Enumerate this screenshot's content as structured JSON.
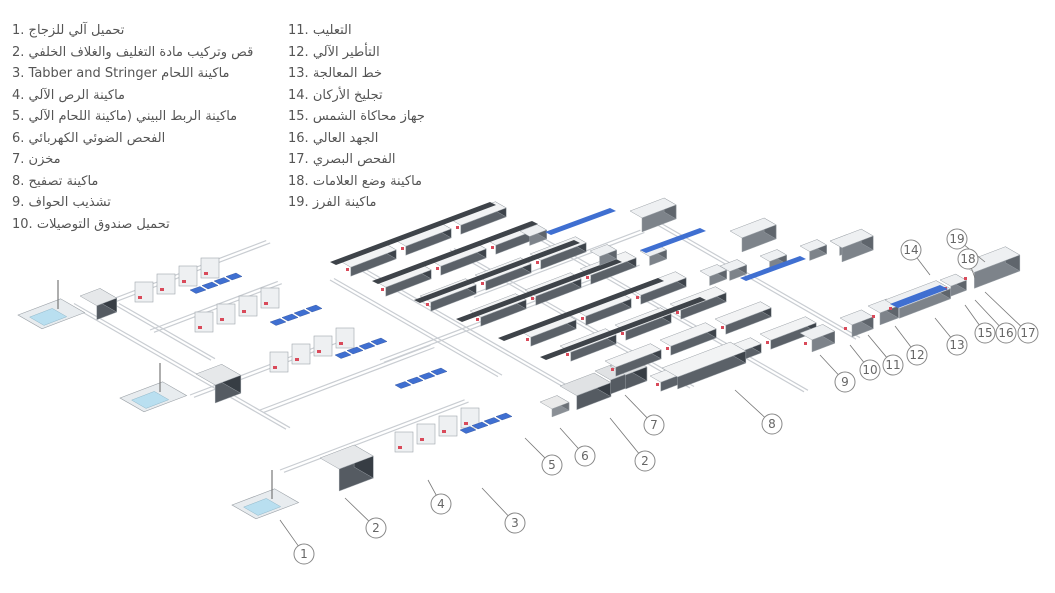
{
  "legend": {
    "left": [
      {
        "num": "1.",
        "label": "تحميل آلي للزجاج"
      },
      {
        "num": "2.",
        "label": "قص وتركيب مادة التغليف والغلاف الخلفي"
      },
      {
        "num": "3.",
        "label": "ماكينة اللحام Tabber and Stringer"
      },
      {
        "num": "4.",
        "label": "ماكينة الرص الآلي"
      },
      {
        "num": "5.",
        "label": "ماكينة الربط البيني (ماكينة اللحام الآلي"
      },
      {
        "num": "6.",
        "label": "الفحص الضوئي الكهربائي"
      },
      {
        "num": "7.",
        "label": "مخزن"
      },
      {
        "num": "8.",
        "label": "ماكينة تصفيح"
      },
      {
        "num": "9.",
        "label": "تشذيب الحواف"
      },
      {
        "num": "10.",
        "label": "تحميل صندوق التوصيلات"
      }
    ],
    "right": [
      {
        "num": "11.",
        "label": "التعليب"
      },
      {
        "num": "12.",
        "label": "التأطير الآلي"
      },
      {
        "num": "13.",
        "label": "خط المعالجة"
      },
      {
        "num": "14.",
        "label": "تجليخ الأركان"
      },
      {
        "num": "15.",
        "label": "جهاز محاكاة الشمس"
      },
      {
        "num": "16.",
        "label": "الجهد العالي"
      },
      {
        "num": "17.",
        "label": "الفحص البصري"
      },
      {
        "num": "18.",
        "label": "ماكينة وضع العلامات"
      },
      {
        "num": "19.",
        "label": "ماكينة الفرز"
      }
    ]
  },
  "callouts": [
    "1",
    "2",
    "3",
    "4",
    "5",
    "6",
    "2",
    "7",
    "8",
    "9",
    "10",
    "11",
    "12",
    "13",
    "14",
    "15",
    "16",
    "17",
    "18",
    "19"
  ],
  "colors": {
    "frame": "#c9cdd2",
    "machine": "#d9dcdf",
    "dark": "#555b62",
    "accent": "#d94a5a",
    "blue": "#3f6fd1",
    "text": "#555555"
  }
}
